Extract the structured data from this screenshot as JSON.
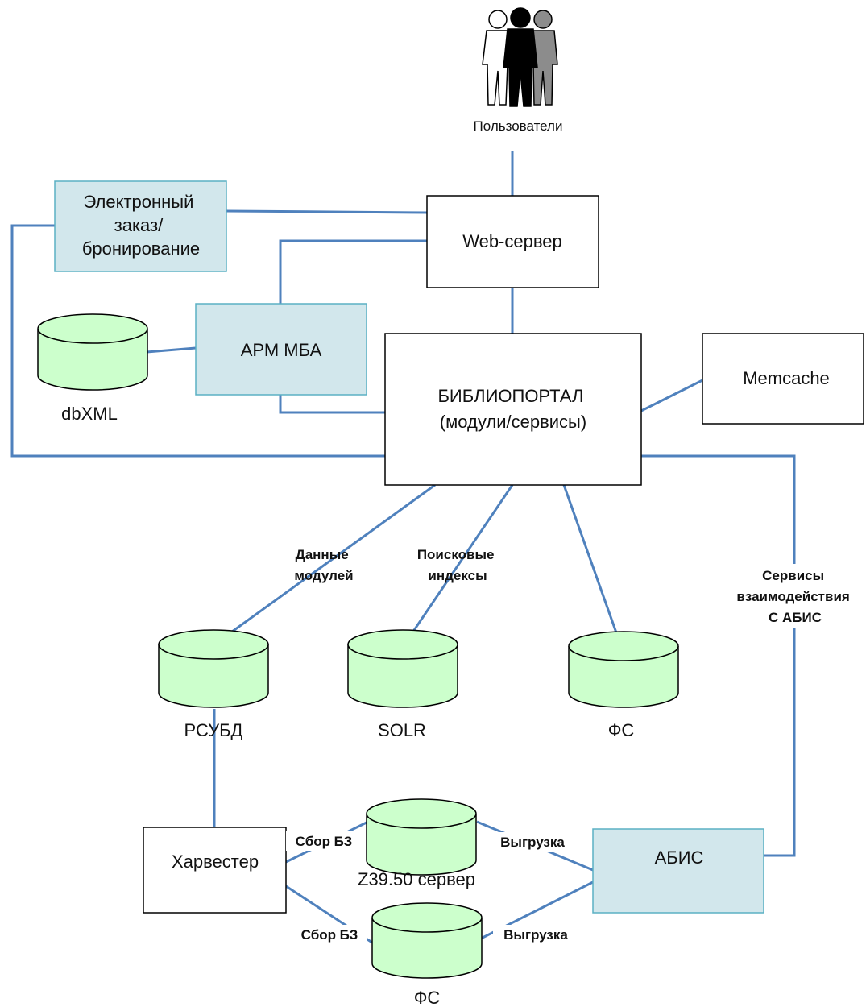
{
  "users": {
    "label": "Пользователи",
    "icon": "users-group-icon"
  },
  "nodes": {
    "e_order": [
      "Электронный",
      "заказ/",
      "бронирование"
    ],
    "web_server": [
      "Web-сервер"
    ],
    "arm_mba": [
      "АРМ МБА"
    ],
    "biblioportal": [
      "БИБЛИОПОРТАЛ",
      "(модули/сервисы)"
    ],
    "memcache": [
      "Memcache"
    ],
    "harvester": [
      "Харвестер"
    ],
    "abis": [
      "АБИС"
    ]
  },
  "databases": {
    "dbxml": "dbXML",
    "rsubd": "РСУБД",
    "solr": "SOLR",
    "fs_top": "ФС",
    "z3950": "Z39.50 сервер",
    "fs_bottom": "ФС"
  },
  "edge_labels": {
    "module_data": [
      "Данные",
      "модулей"
    ],
    "search_indexes": [
      "Поисковые",
      "индексы"
    ],
    "abis_services": [
      "Сервисы",
      "взаимодействия",
      "С АБИС"
    ],
    "collect_z": "Сбор БЗ",
    "collect_fs": "Сбор БЗ",
    "export_z": "Выгрузка",
    "export_fs": "Выгрузка"
  },
  "colors": {
    "edge": "#4f81bd",
    "box_blue_fill": "#d2e7ec",
    "box_blue_stroke": "#5bb0c4",
    "cylinder_fill": "#ccffcc"
  }
}
